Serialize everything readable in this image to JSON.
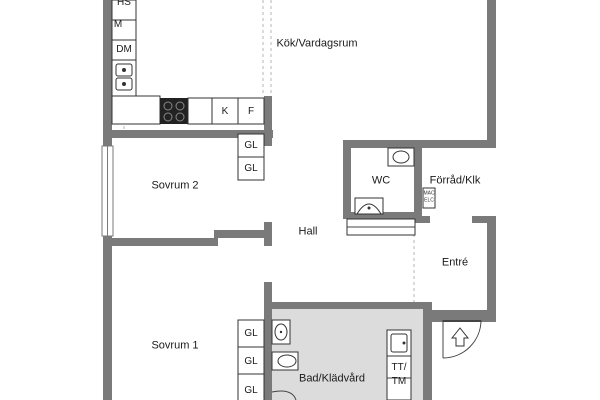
{
  "rooms": {
    "kitchen_living": "Kök/Vardagsrum",
    "bedroom_2": "Sovrum 2",
    "hall": "Hall",
    "wc": "WC",
    "storage": "Förråd/Klk",
    "entrance": "Entré",
    "bedroom_1": "Sovrum 1",
    "bath": "Bad/Klädvård"
  },
  "fixtures": {
    "hs": "HS",
    "m": "M",
    "dm": "DM",
    "k": "K",
    "f": "F",
    "gl": "GL",
    "tt": "TT/",
    "tm": "TM",
    "mac": "MAC",
    "elc": "ELC"
  },
  "colors": {
    "wall": "#7a7a7a",
    "bath_floor": "#dcdcdc",
    "background": "#ffffff"
  }
}
